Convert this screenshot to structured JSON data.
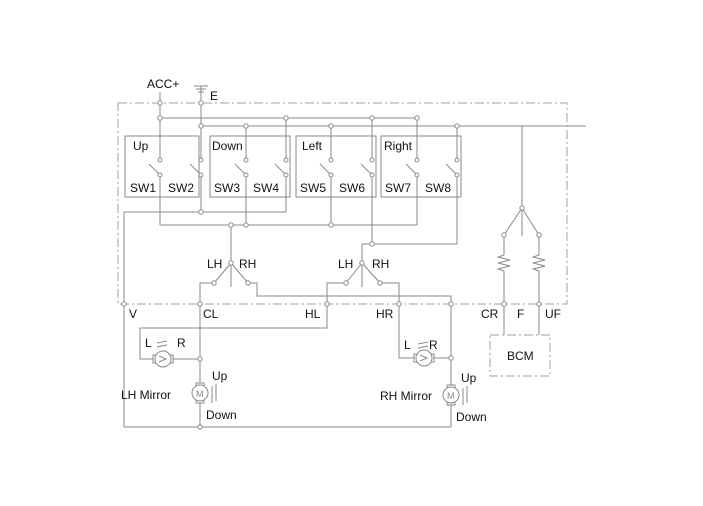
{
  "title": "Power outside mirror circuit",
  "power": {
    "acc": "ACC+",
    "ground": "E"
  },
  "switch_groups": [
    {
      "label": "Up",
      "switches": [
        "SW1",
        "SW2"
      ]
    },
    {
      "label": "Down",
      "switches": [
        "SW3",
        "SW4"
      ]
    },
    {
      "label": "Left",
      "switches": [
        "SW5",
        "SW6"
      ]
    },
    {
      "label": "Right",
      "switches": [
        "SW7",
        "SW8"
      ]
    }
  ],
  "selectors": [
    {
      "left": "LH",
      "right": "RH"
    },
    {
      "left": "LH",
      "right": "RH"
    }
  ],
  "terminals": [
    "V",
    "CL",
    "HL",
    "HR",
    "CR",
    "F",
    "UF"
  ],
  "motors": {
    "lh_lr": {
      "left": "L",
      "right": "R"
    },
    "rh_lr": {
      "left": "L",
      "right": "R"
    },
    "lh_mirror": {
      "label": "LH Mirror",
      "up": "Up",
      "down": "Down",
      "symbol": "M"
    },
    "rh_mirror": {
      "label": "RH Mirror",
      "up": "Up",
      "down": "Down",
      "symbol": "M"
    }
  },
  "module": "BCM"
}
